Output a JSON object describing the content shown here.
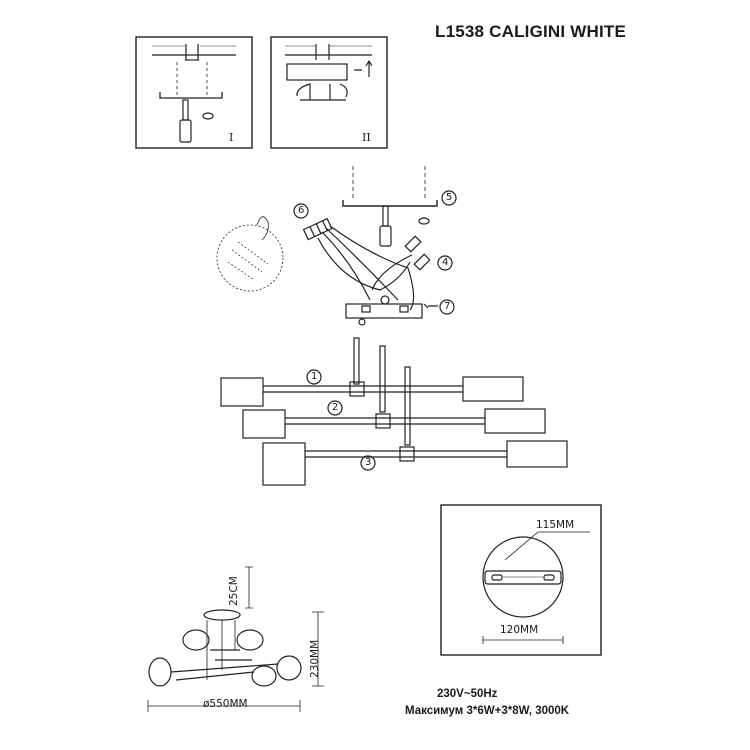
{
  "title": "L1538 CALIGINI WHITE",
  "steps": {
    "panel_1": "I",
    "panel_2": "II"
  },
  "callouts": {
    "c1": "1",
    "c2": "2",
    "c3": "3",
    "c4": "4",
    "c5": "5",
    "c6": "6",
    "c7": "7"
  },
  "dimensions": {
    "canopy_height": "115MM",
    "canopy_width": "120MM",
    "rod_length": "25CM",
    "total_height": "230MM",
    "diameter": "ø550MM"
  },
  "specs": {
    "voltage": "230V~50Hz",
    "max_power": "Максимум 3*6W+3*8W, 3000K"
  }
}
